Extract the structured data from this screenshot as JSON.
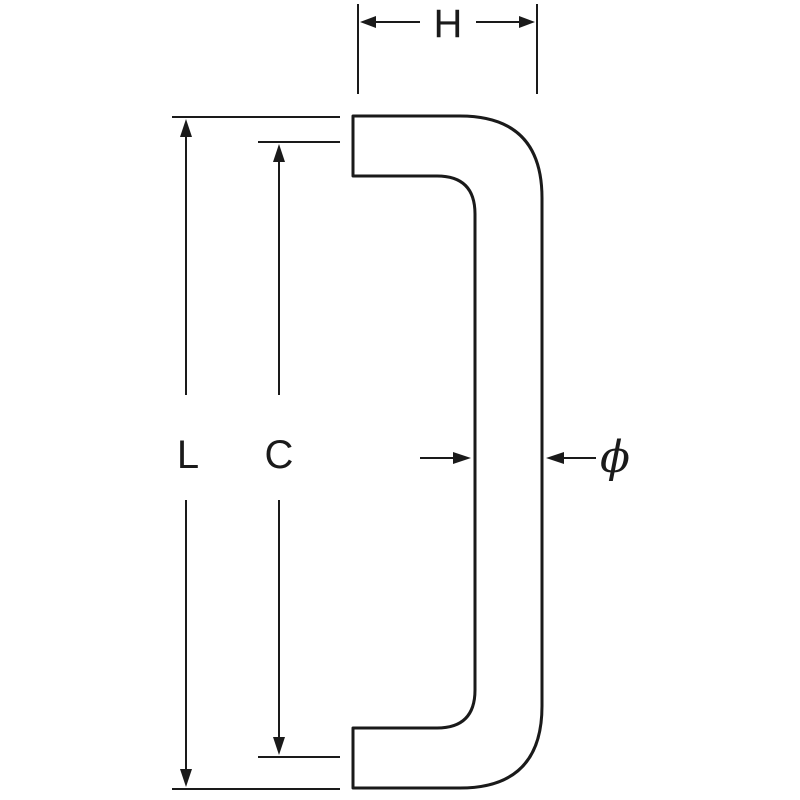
{
  "labels": {
    "height": "H",
    "overall_length": "L",
    "center_distance": "C",
    "diameter": "ϕ"
  },
  "colors": {
    "line": "#1a1a1a",
    "background": "#ffffff"
  }
}
